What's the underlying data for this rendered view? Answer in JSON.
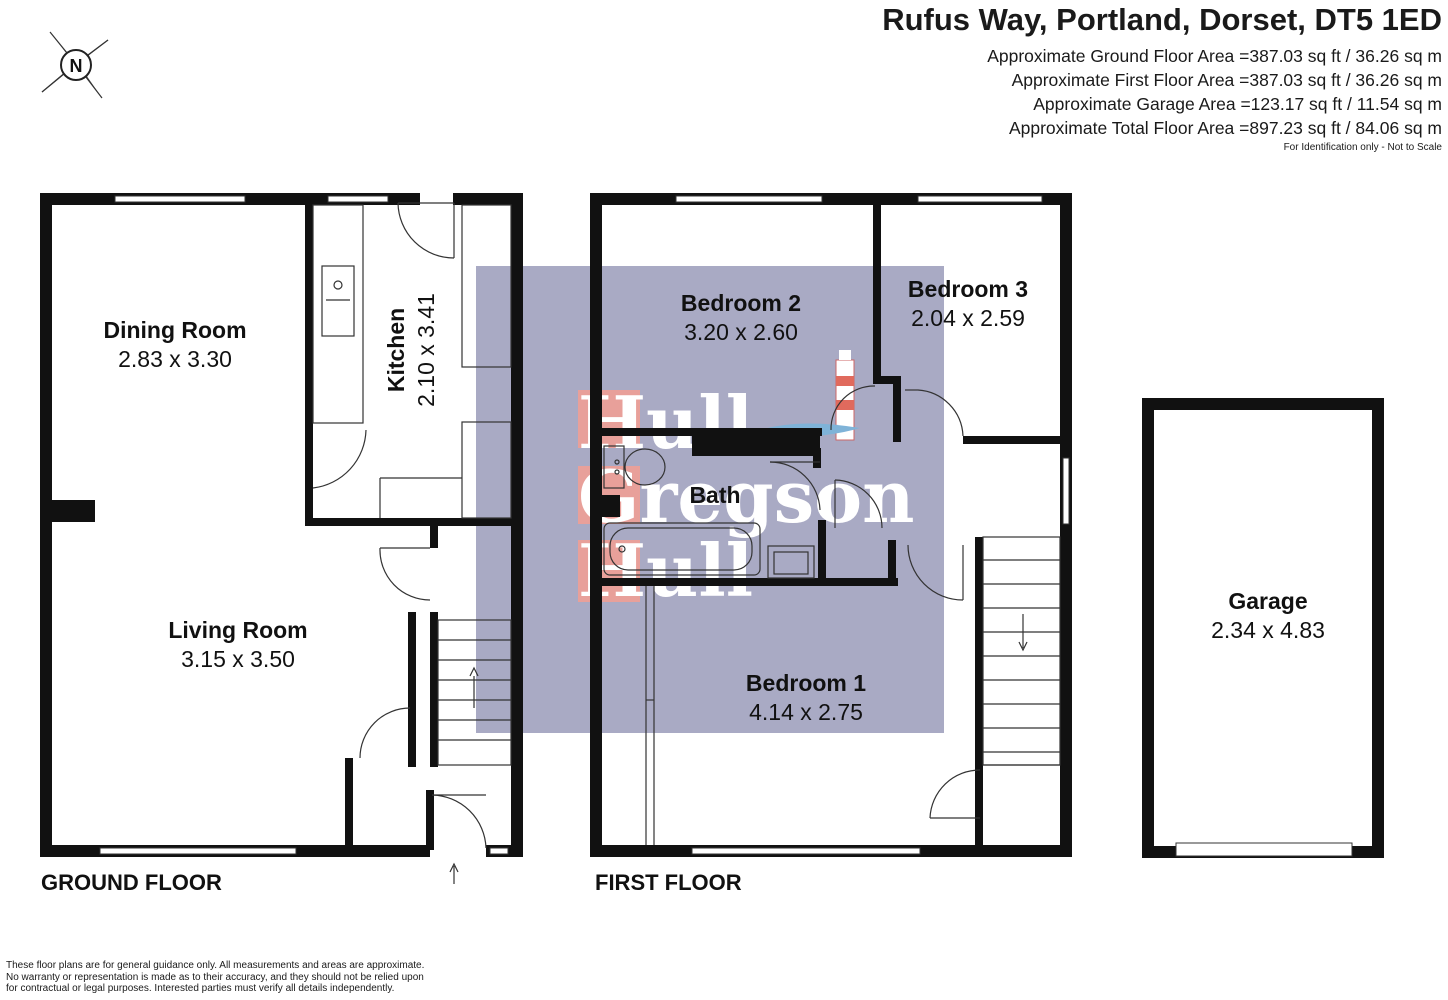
{
  "header": {
    "address": "Rufus Way, Portland, Dorset, DT5 1ED",
    "areas": [
      "Approximate Ground Floor Area =387.03 sq ft / 36.26 sq m",
      "Approximate First Floor Area =387.03 sq ft / 36.26 sq m",
      "Approximate Garage Area =123.17 sq ft / 11.54 sq m",
      "Approximate Total Floor Area =897.23 sq ft / 84.06 sq m"
    ],
    "note": "For Identification only - Not to Scale"
  },
  "compass": {
    "letter": "N"
  },
  "floors": {
    "ground_label": "GROUND FLOOR",
    "first_label": "FIRST FLOOR"
  },
  "rooms": {
    "dining": {
      "name": "Dining Room",
      "dims": "2.83 x 3.30"
    },
    "kitchen": {
      "name": "Kitchen",
      "dims": "2.10 x 3.41"
    },
    "living": {
      "name": "Living Room",
      "dims": "3.15 x 3.50"
    },
    "bedroom2": {
      "name": "Bedroom 2",
      "dims": "3.20 x 2.60"
    },
    "bedroom3": {
      "name": "Bedroom 3",
      "dims": "2.04 x 2.59"
    },
    "bath": {
      "name": "Bath"
    },
    "bedroom1": {
      "name": "Bedroom 1",
      "dims": "4.14 x 2.75"
    },
    "garage": {
      "name": "Garage",
      "dims": "2.34 x 4.83"
    }
  },
  "watermark": {
    "line1": "Hull",
    "line2": "Gregson",
    "line3": "Hull"
  },
  "disclaimer": [
    "These floor plans are for general guidance only. All measurements and areas are approximate.",
    "No warranty or representation is made as to their accuracy, and they should not be relied upon",
    "for contractual or legal purposes. Interested parties must verify all details independently."
  ],
  "colors": {
    "wall": "#111111",
    "watermark_bg": "#a9aac4",
    "watermark_box": "#e8a09a"
  }
}
